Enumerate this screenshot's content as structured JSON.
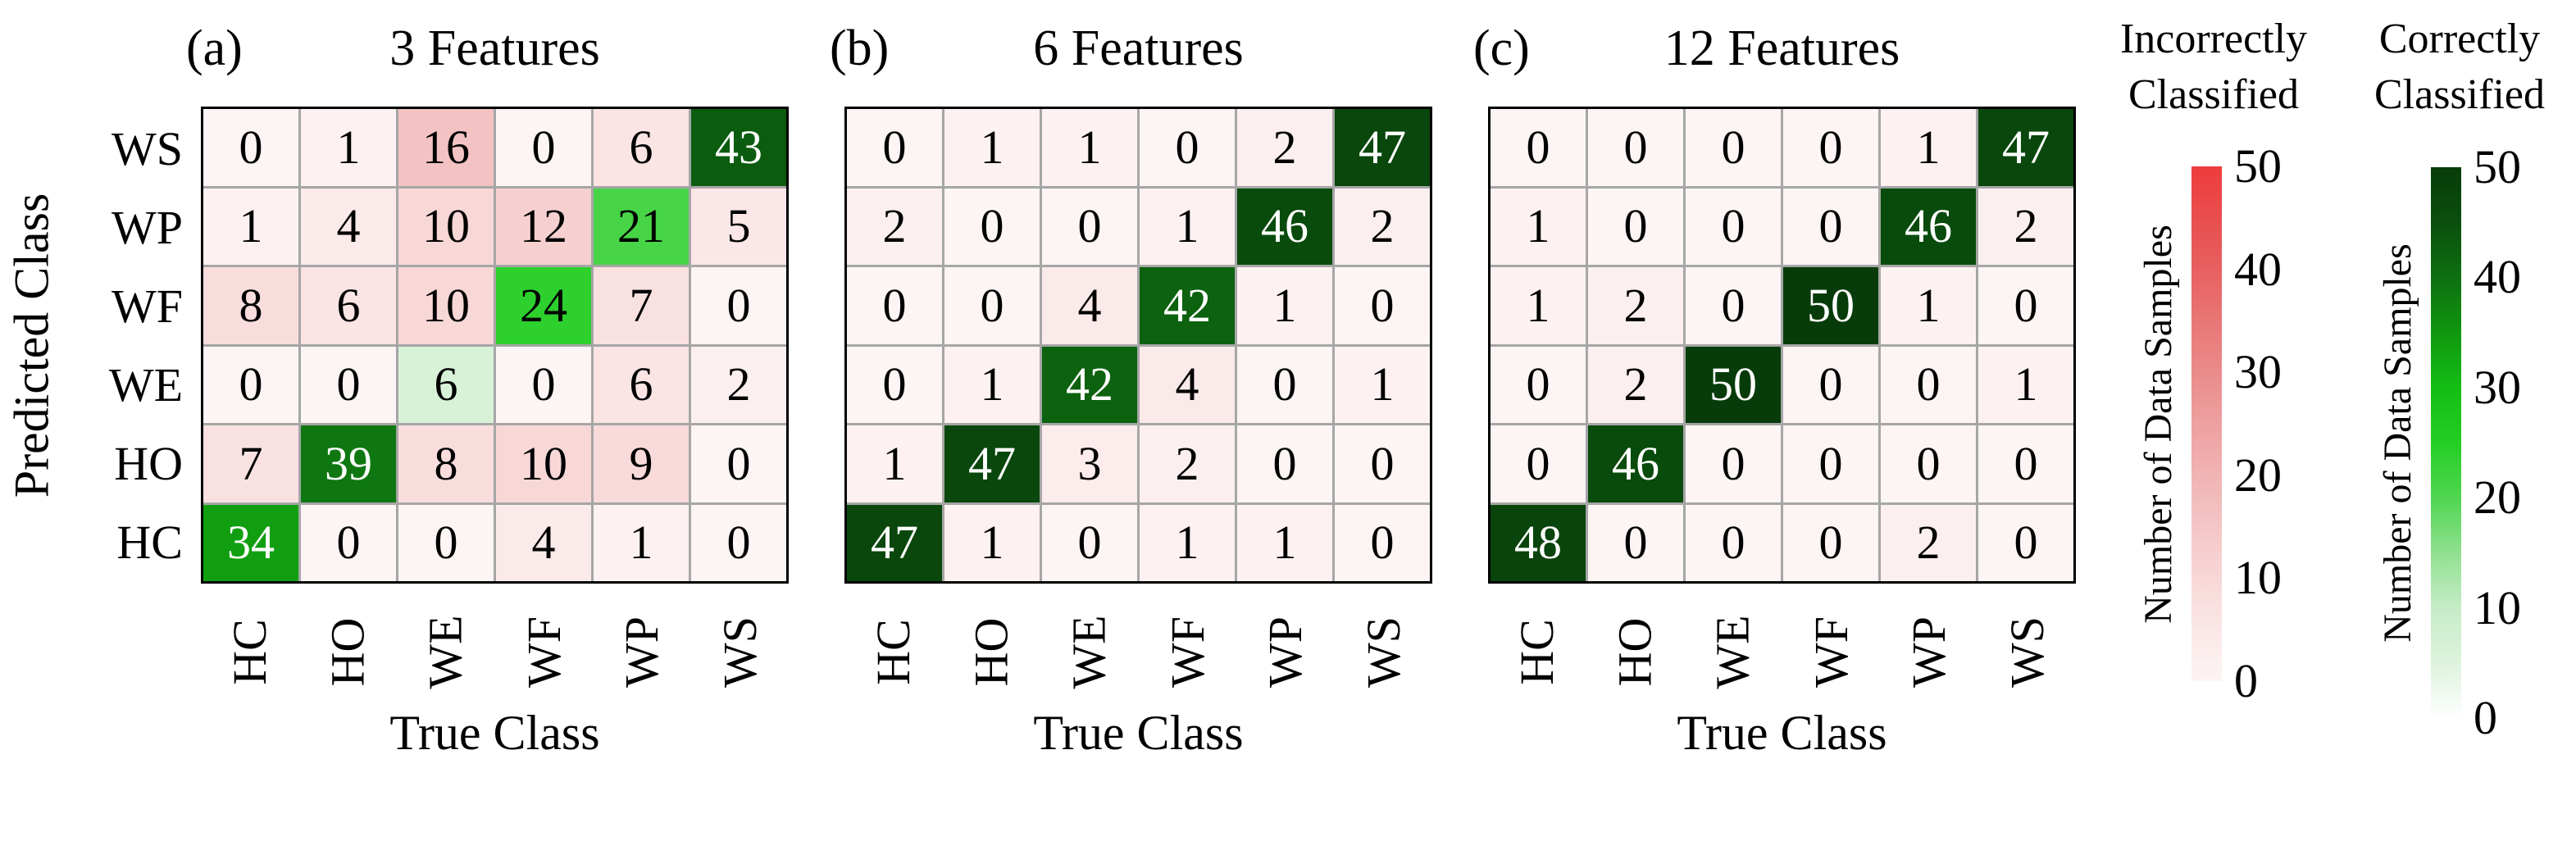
{
  "figure": {
    "x_axis_label": "True Class",
    "y_axis_label": "Predicted Class"
  },
  "chart_data": [
    {
      "type": "heatmap",
      "panel_tag": "(a)",
      "title": "3 Features",
      "xlabel": "True Class",
      "ylabel": "Predicted Class",
      "x_categories": [
        "HC",
        "HO",
        "WE",
        "WF",
        "WP",
        "WS"
      ],
      "y_categories": [
        "WS",
        "WP",
        "WF",
        "WE",
        "HO",
        "HC"
      ],
      "values": [
        [
          0,
          1,
          16,
          0,
          6,
          43
        ],
        [
          1,
          4,
          10,
          12,
          21,
          5
        ],
        [
          8,
          6,
          10,
          24,
          7,
          0
        ],
        [
          0,
          0,
          6,
          0,
          6,
          2
        ],
        [
          7,
          39,
          8,
          10,
          9,
          0
        ],
        [
          34,
          0,
          0,
          4,
          1,
          0
        ]
      ],
      "value_range": [
        0,
        50
      ]
    },
    {
      "type": "heatmap",
      "panel_tag": "(b)",
      "title": "6 Features",
      "xlabel": "True Class",
      "ylabel": "Predicted Class",
      "x_categories": [
        "HC",
        "HO",
        "WE",
        "WF",
        "WP",
        "WS"
      ],
      "y_categories": [
        "WS",
        "WP",
        "WF",
        "WE",
        "HO",
        "HC"
      ],
      "values": [
        [
          0,
          1,
          1,
          0,
          2,
          47
        ],
        [
          2,
          0,
          0,
          1,
          46,
          2
        ],
        [
          0,
          0,
          4,
          42,
          1,
          0
        ],
        [
          0,
          1,
          42,
          4,
          0,
          1
        ],
        [
          1,
          47,
          3,
          2,
          0,
          0
        ],
        [
          47,
          1,
          0,
          1,
          1,
          0
        ]
      ],
      "value_range": [
        0,
        50
      ]
    },
    {
      "type": "heatmap",
      "panel_tag": "(c)",
      "title": "12 Features",
      "xlabel": "True Class",
      "ylabel": "Predicted Class",
      "x_categories": [
        "HC",
        "HO",
        "WE",
        "WF",
        "WP",
        "WS"
      ],
      "y_categories": [
        "WS",
        "WP",
        "WF",
        "WE",
        "HO",
        "HC"
      ],
      "values": [
        [
          0,
          0,
          0,
          0,
          1,
          47
        ],
        [
          1,
          0,
          0,
          0,
          46,
          2
        ],
        [
          1,
          2,
          0,
          50,
          1,
          0
        ],
        [
          0,
          2,
          50,
          0,
          0,
          1
        ],
        [
          0,
          46,
          0,
          0,
          0,
          0
        ],
        [
          48,
          0,
          0,
          0,
          2,
          0
        ]
      ],
      "value_range": [
        0,
        50
      ]
    }
  ],
  "colorbars": [
    {
      "id": "incorrectly-classified",
      "title_lines": [
        "Incorrectly",
        "Classified"
      ],
      "axis_label": "Number of Data Samples",
      "tick_labels": [
        "50",
        "40",
        "30",
        "20",
        "10",
        "0"
      ],
      "range": [
        0,
        50
      ],
      "gradient_stops": [
        [
          0,
          "#fdf4f4"
        ],
        [
          5,
          "#fbe7e7"
        ],
        [
          10,
          "#f8d7d7"
        ],
        [
          15,
          "#f4c6c6"
        ],
        [
          20,
          "#f1b3b3"
        ],
        [
          25,
          "#eea0a0"
        ],
        [
          30,
          "#ea8b8b"
        ],
        [
          35,
          "#e97676"
        ],
        [
          40,
          "#e86060"
        ],
        [
          45,
          "#e94e4e"
        ],
        [
          50,
          "#ee3c3c"
        ]
      ]
    },
    {
      "id": "correctly-classified",
      "title_lines": [
        "Correctly",
        "Classified"
      ],
      "axis_label": "Number of Data Samples",
      "tick_labels": [
        "50",
        "40",
        "30",
        "20",
        "10",
        "0"
      ],
      "range": [
        0,
        50
      ],
      "gradient_stops": [
        [
          0,
          "#ffffff"
        ],
        [
          5,
          "#ddf3dd"
        ],
        [
          10,
          "#c6ecc6"
        ],
        [
          15,
          "#90e090"
        ],
        [
          20,
          "#50d650"
        ],
        [
          25,
          "#24ce24"
        ],
        [
          30,
          "#14bd14"
        ],
        [
          35,
          "#109710"
        ],
        [
          40,
          "#0e6f11"
        ],
        [
          45,
          "#0a4f0d"
        ],
        [
          50,
          "#073c0a"
        ]
      ]
    }
  ],
  "style_colors": {
    "grid_line": "#a6a6a6",
    "matrix_border": "#000000",
    "dark_cell_text": "#ffffff",
    "light_cell_text": "#000000"
  }
}
